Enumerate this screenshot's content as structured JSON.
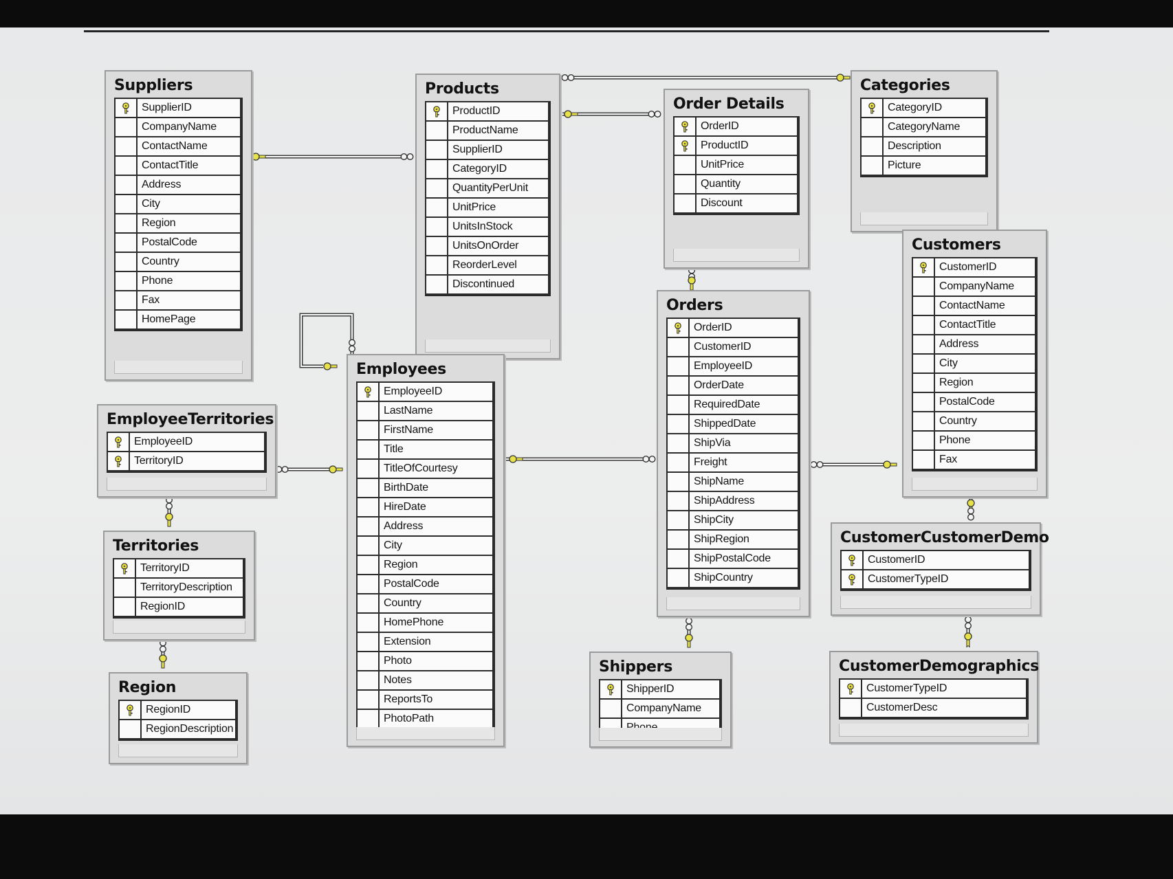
{
  "tables": {
    "suppliers": {
      "name": "Suppliers",
      "fields": [
        "SupplierID",
        "CompanyName",
        "ContactName",
        "ContactTitle",
        "Address",
        "City",
        "Region",
        "PostalCode",
        "Country",
        "Phone",
        "Fax",
        "HomePage"
      ],
      "keys": [
        0
      ]
    },
    "products": {
      "name": "Products",
      "fields": [
        "ProductID",
        "ProductName",
        "SupplierID",
        "CategoryID",
        "QuantityPerUnit",
        "UnitPrice",
        "UnitsInStock",
        "UnitsOnOrder",
        "ReorderLevel",
        "Discontinued"
      ],
      "keys": [
        0
      ]
    },
    "order_details": {
      "name": "Order Details",
      "fields": [
        "OrderID",
        "ProductID",
        "UnitPrice",
        "Quantity",
        "Discount"
      ],
      "keys": [
        0,
        1
      ]
    },
    "categories": {
      "name": "Categories",
      "fields": [
        "CategoryID",
        "CategoryName",
        "Description",
        "Picture"
      ],
      "keys": [
        0
      ]
    },
    "customers": {
      "name": "Customers",
      "fields": [
        "CustomerID",
        "CompanyName",
        "ContactName",
        "ContactTitle",
        "Address",
        "City",
        "Region",
        "PostalCode",
        "Country",
        "Phone",
        "Fax"
      ],
      "keys": [
        0
      ]
    },
    "orders": {
      "name": "Orders",
      "fields": [
        "OrderID",
        "CustomerID",
        "EmployeeID",
        "OrderDate",
        "RequiredDate",
        "ShippedDate",
        "ShipVia",
        "Freight",
        "ShipName",
        "ShipAddress",
        "ShipCity",
        "ShipRegion",
        "ShipPostalCode",
        "ShipCountry"
      ],
      "keys": [
        0
      ]
    },
    "employees": {
      "name": "Employees",
      "fields": [
        "EmployeeID",
        "LastName",
        "FirstName",
        "Title",
        "TitleOfCourtesy",
        "BirthDate",
        "HireDate",
        "Address",
        "City",
        "Region",
        "PostalCode",
        "Country",
        "HomePhone",
        "Extension",
        "Photo",
        "Notes",
        "ReportsTo",
        "PhotoPath"
      ],
      "keys": [
        0
      ]
    },
    "employee_territories": {
      "name": "EmployeeTerritories",
      "fields": [
        "EmployeeID",
        "TerritoryID"
      ],
      "keys": [
        0,
        1
      ]
    },
    "territories": {
      "name": "Territories",
      "fields": [
        "TerritoryID",
        "TerritoryDescription",
        "RegionID"
      ],
      "keys": [
        0
      ]
    },
    "region": {
      "name": "Region",
      "fields": [
        "RegionID",
        "RegionDescription"
      ],
      "keys": [
        0
      ]
    },
    "shippers": {
      "name": "Shippers",
      "fields": [
        "ShipperID",
        "CompanyName",
        "Phone"
      ],
      "keys": [
        0
      ]
    },
    "customer_customer_demo": {
      "name": "CustomerCustomerDemo",
      "fields": [
        "CustomerID",
        "CustomerTypeID"
      ],
      "keys": [
        0,
        1
      ]
    },
    "customer_demographics": {
      "name": "CustomerDemographics",
      "fields": [
        "CustomerTypeID",
        "CustomerDesc"
      ],
      "keys": [
        0
      ]
    }
  },
  "colors": {
    "key": "#f0e63a",
    "connector": "#e7e24a",
    "table_bg": "#dcdcdc",
    "grid_bg": "#fbfbfb"
  },
  "icons": {
    "primary_key": "key-icon",
    "one_end": "key-icon",
    "many_end": "infinity-icon"
  }
}
